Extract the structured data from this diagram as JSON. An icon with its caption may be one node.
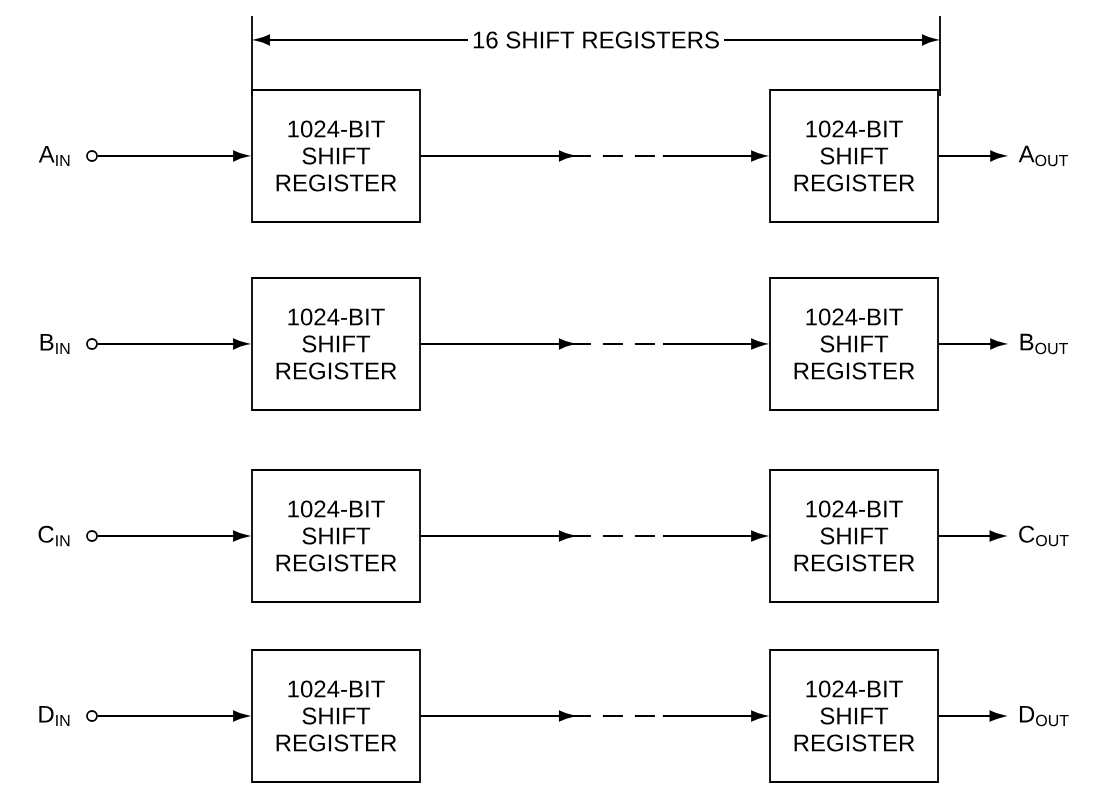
{
  "diagram": {
    "nodes": [
      {
        "text": [],
        "shape": "circle",
        "beside": [
          "A$_{IN}$"
        ]
      },
      {
        "text": [
          "1024-BIT SHIFT REGISTER"
        ]
      },
      {
        "text": [
          "1024-BIT SHIFT REGISTER"
        ]
      },
      {
        "text": [
          "A$_{OUT}$"
        ]
      },
      {
        "text": [],
        "shape": "circle",
        "beside": [
          "B$_{IN}$"
        ]
      },
      {
        "text": [
          "1024-BIT SHIFT REGISTER"
        ]
      },
      {
        "text": [
          "1024-BIT SHIFT REGISTER"
        ]
      },
      {
        "text": [
          "B$_{OUT}$"
        ]
      },
      {
        "text": [],
        "shape": "circle",
        "beside": [
          "C$_{IN}$"
        ]
      },
      {
        "text": [
          "1024-BIT SHIFT REGISTER"
        ]
      },
      {
        "text": [
          "1024-BIT SHIFT REGISTER"
        ]
      },
      {
        "text": [
          "C$_{OUT}$"
        ]
      },
      {
        "text": [],
        "shape": "circle",
        "beside": [
          "D$_{IN}$"
        ]
      },
      {
        "text": [
          "1024-BIT SHIFT REGISTER"
        ]
      },
      {
        "text": [
          "1024-BIT SHIFT REGISTER"
        ]
      },
      {
        "text": [
          "D$_{OUT}$"
        ]
      }
    ],
    "edges": [
      {
        "from": 0,
        "to": 1,
        "arrow": "to"
      },
      {
        "from": 1,
        "to": 2,
        "arrow": "to",
        "style": "dashed"
      },
      {
        "from": 2,
        "to": 3,
        "arrow": "to"
      },
      {
        "from": 4,
        "to": 5,
        "arrow": "to"
      },
      {
        "from": 5,
        "to": 6,
        "arrow": "to",
        "style": "dashed"
      },
      {
        "from": 6,
        "to": 7,
        "arrow": "to"
      },
      {
        "from": 8,
        "to": 9,
        "arrow": "to"
      },
      {
        "from": 9,
        "to": 10,
        "arrow": "to",
        "style": "dashed"
      },
      {
        "from": 10,
        "to": 11,
        "arrow": "to"
      },
      {
        "from": 12,
        "to": 13,
        "arrow": "to"
      },
      {
        "from": 13,
        "to": 14,
        "arrow": "to",
        "style": "dashed"
      },
      {
        "from": 14,
        "to": 15,
        "arrow": "to"
      }
    ],
    "labels": [
      "16 SHIFT REGISTERS"
    ]
  }
}
